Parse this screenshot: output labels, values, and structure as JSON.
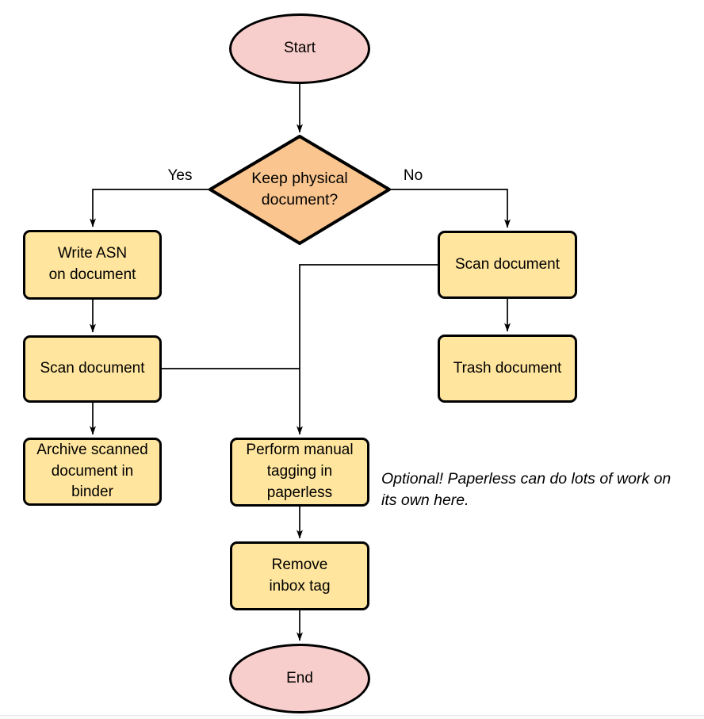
{
  "nodes": {
    "start": {
      "label": "Start",
      "type": "terminator"
    },
    "decision": {
      "label": "Keep physical\ndocument?",
      "type": "decision"
    },
    "write_asn": {
      "label": "Write ASN\non document",
      "type": "process"
    },
    "scan_left": {
      "label": "Scan document",
      "type": "process"
    },
    "archive": {
      "label": "Archive scanned\ndocument in\nbinder",
      "type": "process"
    },
    "scan_right": {
      "label": "Scan document",
      "type": "process"
    },
    "trash": {
      "label": "Trash document",
      "type": "process"
    },
    "tagging": {
      "label": "Perform manual\ntagging in\npaperless",
      "type": "process"
    },
    "remove_tag": {
      "label": "Remove\ninbox tag",
      "type": "process"
    },
    "end": {
      "label": "End",
      "type": "terminator"
    }
  },
  "edge_labels": {
    "yes": "Yes",
    "no": "No"
  },
  "annotation": {
    "text": "Optional! Paperless can do lots of work on\nits own here."
  },
  "colors": {
    "terminator_fill": "#F8CECC",
    "process_fill": "#FFE59E",
    "decision_fill": "#FAC58F",
    "stroke": "#000000"
  }
}
